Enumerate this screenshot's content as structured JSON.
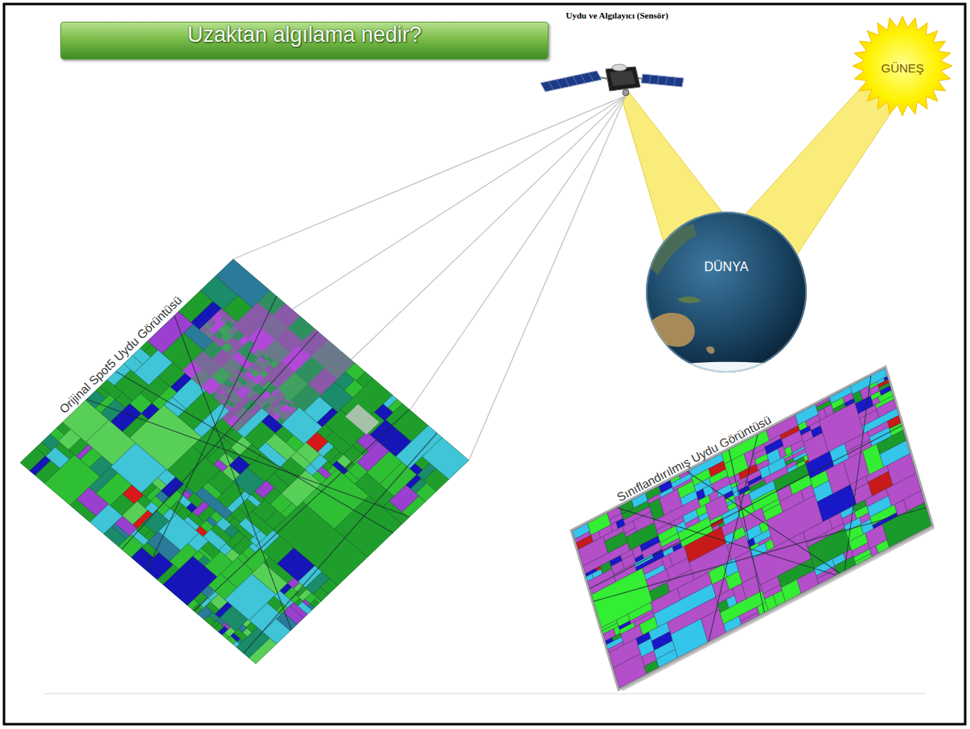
{
  "diagram": {
    "title": "Uzaktan algılama nedir?",
    "nodes": [
      {
        "text": [
          "Uydu ve Algılayıcı (Sensör)"
        ]
      },
      {
        "text": [
          "GÜNEŞ"
        ]
      },
      {
        "text": [
          "DÜNYA"
        ]
      },
      {
        "text": [
          "Orijinal Spot5 Uydu Görüntüsü"
        ]
      },
      {
        "text": [
          "Sınıflandırılmış Uydu Görüntüsü"
        ]
      }
    ],
    "edges": [
      {
        "from": 1,
        "to": 2,
        "arrow": "none"
      },
      {
        "from": 2,
        "to": 0,
        "arrow": "none"
      },
      {
        "from": 0,
        "to": 3,
        "arrow": "none"
      }
    ]
  }
}
